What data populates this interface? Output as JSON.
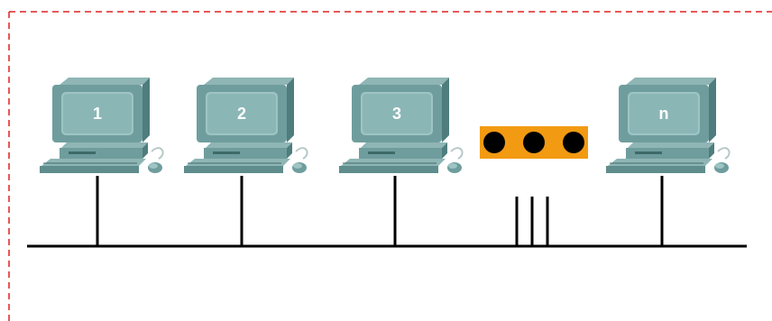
{
  "diagram": {
    "colors": {
      "boundary": "#e02020",
      "bus": "#000000",
      "computer_body": "#6f9d9d",
      "computer_shade": "#4f7d7d",
      "screen": "#9ec4c4",
      "ellipsis_box": "#f29a12",
      "ellipsis_dot": "#000000"
    },
    "computers": [
      {
        "label": "1",
        "icon": "desktop-computer-icon"
      },
      {
        "label": "2",
        "icon": "desktop-computer-icon"
      },
      {
        "label": "3",
        "icon": "desktop-computer-icon"
      },
      {
        "label": "n",
        "icon": "desktop-computer-icon"
      }
    ],
    "ellipsis": {
      "dots": 3,
      "icon": "ellipsis-icon"
    }
  }
}
